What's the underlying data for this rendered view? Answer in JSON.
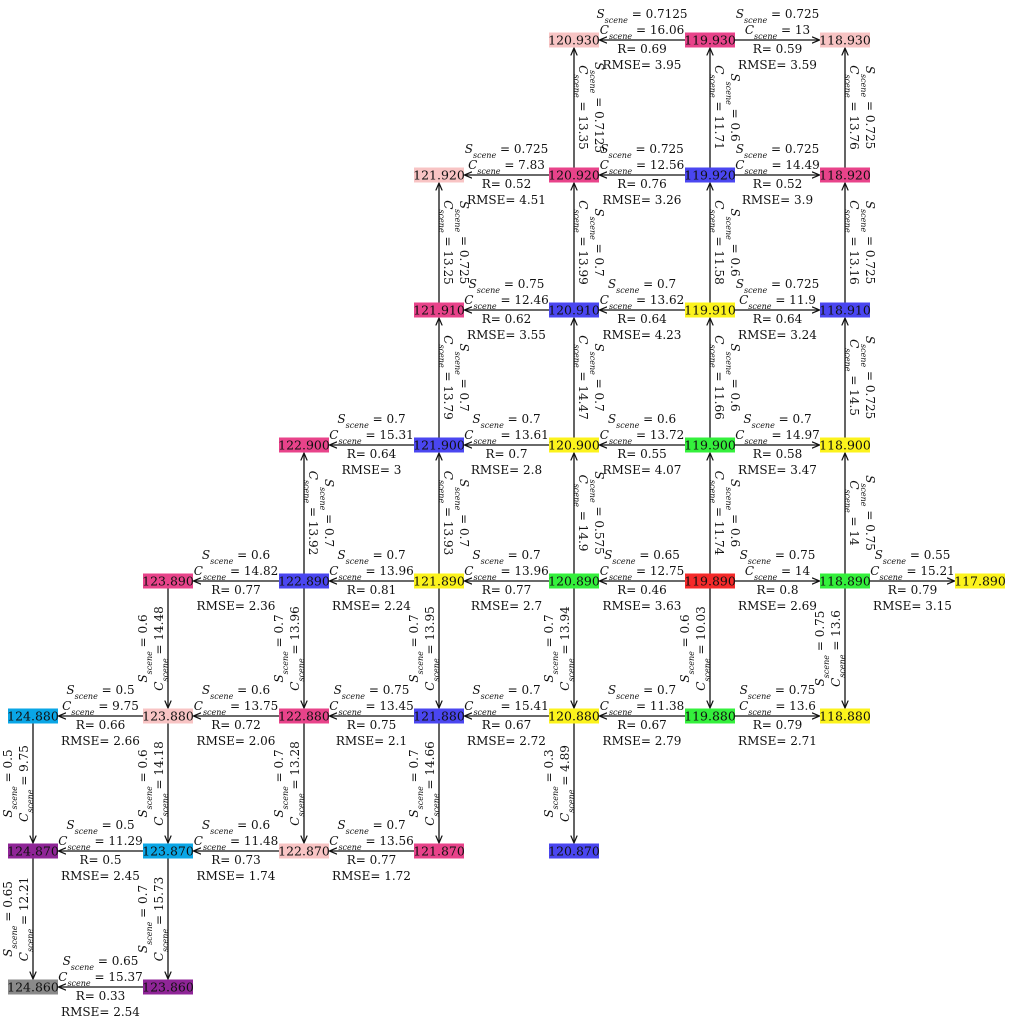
{
  "colors": {
    "pink": "#f8c4c4",
    "magenta": "#e8438a",
    "blue": "#4a46f0",
    "yellow": "#fcf31c",
    "green": "#34f03c",
    "red": "#f52a2a",
    "cyan": "#0aa6e6",
    "purple": "#8f2597",
    "gray": "#8a8a8a"
  },
  "nodes": [
    {
      "id": "n120930",
      "label": "120.930",
      "color": "pink"
    },
    {
      "id": "n119930",
      "label": "119.930",
      "color": "magenta"
    },
    {
      "id": "n118930",
      "label": "118.930",
      "color": "pink"
    },
    {
      "id": "n121920",
      "label": "121.920",
      "color": "pink"
    },
    {
      "id": "n120920",
      "label": "120.920",
      "color": "magenta"
    },
    {
      "id": "n119920",
      "label": "119.920",
      "color": "blue"
    },
    {
      "id": "n118920",
      "label": "118.920",
      "color": "magenta"
    },
    {
      "id": "n121910",
      "label": "121.910",
      "color": "magenta"
    },
    {
      "id": "n120910",
      "label": "120.910",
      "color": "blue"
    },
    {
      "id": "n119910",
      "label": "119.910",
      "color": "yellow"
    },
    {
      "id": "n118910",
      "label": "118.910",
      "color": "blue"
    },
    {
      "id": "n122900",
      "label": "122.900",
      "color": "magenta"
    },
    {
      "id": "n121900",
      "label": "121.900",
      "color": "blue"
    },
    {
      "id": "n120900",
      "label": "120.900",
      "color": "yellow"
    },
    {
      "id": "n119900",
      "label": "119.900",
      "color": "green"
    },
    {
      "id": "n118900",
      "label": "118.900",
      "color": "yellow"
    },
    {
      "id": "n123890",
      "label": "123.890",
      "color": "magenta"
    },
    {
      "id": "n122890",
      "label": "122.890",
      "color": "blue"
    },
    {
      "id": "n121890",
      "label": "121.890",
      "color": "yellow"
    },
    {
      "id": "n120890",
      "label": "120.890",
      "color": "green"
    },
    {
      "id": "n119890",
      "label": "119.890",
      "color": "red"
    },
    {
      "id": "n118890",
      "label": "118.890",
      "color": "green"
    },
    {
      "id": "n117890",
      "label": "117.890",
      "color": "yellow"
    },
    {
      "id": "n124880",
      "label": "124.880",
      "color": "cyan"
    },
    {
      "id": "n123880",
      "label": "123.880",
      "color": "pink"
    },
    {
      "id": "n122880",
      "label": "122.880",
      "color": "magenta"
    },
    {
      "id": "n121880",
      "label": "121.880",
      "color": "blue"
    },
    {
      "id": "n120880",
      "label": "120.880",
      "color": "yellow"
    },
    {
      "id": "n119880",
      "label": "119.880",
      "color": "green"
    },
    {
      "id": "n118880",
      "label": "118.880",
      "color": "yellow"
    },
    {
      "id": "n124870",
      "label": "124.870",
      "color": "purple"
    },
    {
      "id": "n123870",
      "label": "123.870",
      "color": "cyan"
    },
    {
      "id": "n122870",
      "label": "122.870",
      "color": "pink"
    },
    {
      "id": "n121870",
      "label": "121.870",
      "color": "magenta"
    },
    {
      "id": "n120870",
      "label": "120.870",
      "color": "blue"
    },
    {
      "id": "n124860",
      "label": "124.860",
      "color": "gray"
    },
    {
      "id": "n123860",
      "label": "123.860",
      "color": "purple"
    }
  ],
  "edges": [
    {
      "from": "n119930",
      "to": "n120930",
      "s": "0.7125",
      "c": "16.06",
      "r": "0.69",
      "rmse": "3.95"
    },
    {
      "from": "n119930",
      "to": "n118930",
      "s": "0.725",
      "c": "13",
      "r": "0.59",
      "rmse": "3.59"
    },
    {
      "from": "n120920",
      "to": "n120930",
      "s": "0.7125",
      "c": "13.35"
    },
    {
      "from": "n119920",
      "to": "n119930",
      "s": "0.6",
      "c": "11.71"
    },
    {
      "from": "n118920",
      "to": "n118930",
      "s": "0.725",
      "c": "13.76"
    },
    {
      "from": "n120920",
      "to": "n121920",
      "s": "0.725",
      "c": "7.83",
      "r": "0.52",
      "rmse": "4.51"
    },
    {
      "from": "n119920",
      "to": "n120920",
      "s": "0.725",
      "c": "12.56",
      "r": "0.76",
      "rmse": "3.26"
    },
    {
      "from": "n119920",
      "to": "n118920",
      "s": "0.725",
      "c": "14.49",
      "r": "0.52",
      "rmse": "3.9"
    },
    {
      "from": "n121910",
      "to": "n121920",
      "s": "0.725",
      "c": "13.25"
    },
    {
      "from": "n120910",
      "to": "n120920",
      "s": "0.7",
      "c": "13.99"
    },
    {
      "from": "n119910",
      "to": "n119920",
      "s": "0.6",
      "c": "11.58"
    },
    {
      "from": "n118910",
      "to": "n118920",
      "s": "0.725",
      "c": "13.16"
    },
    {
      "from": "n120910",
      "to": "n121910",
      "s": "0.75",
      "c": "12.46",
      "r": "0.62",
      "rmse": "3.55"
    },
    {
      "from": "n119910",
      "to": "n120910",
      "s": "0.7",
      "c": "13.62",
      "r": "0.64",
      "rmse": "4.23"
    },
    {
      "from": "n119910",
      "to": "n118910",
      "s": "0.725",
      "c": "11.9",
      "r": "0.64",
      "rmse": "3.24"
    },
    {
      "from": "n121900",
      "to": "n121910",
      "s": "0.7",
      "c": "13.79"
    },
    {
      "from": "n120900",
      "to": "n120910",
      "s": "0.7",
      "c": "14.47"
    },
    {
      "from": "n119900",
      "to": "n119910",
      "s": "0.6",
      "c": "11.66"
    },
    {
      "from": "n118900",
      "to": "n118910",
      "s": "0.725",
      "c": "14.5"
    },
    {
      "from": "n121900",
      "to": "n122900",
      "s": "0.7",
      "c": "15.31",
      "r": "0.64",
      "rmse": "3"
    },
    {
      "from": "n120900",
      "to": "n121900",
      "s": "0.7",
      "c": "13.61",
      "r": "0.7",
      "rmse": "2.8"
    },
    {
      "from": "n119900",
      "to": "n120900",
      "s": "0.6",
      "c": "13.72",
      "r": "0.55",
      "rmse": "4.07"
    },
    {
      "from": "n119900",
      "to": "n118900",
      "s": "0.7",
      "c": "14.97",
      "r": "0.58",
      "rmse": "3.47"
    },
    {
      "from": "n122890",
      "to": "n122900",
      "s": "0.7",
      "c": "13.92"
    },
    {
      "from": "n121890",
      "to": "n121900",
      "s": "0.7",
      "c": "13.93"
    },
    {
      "from": "n120890",
      "to": "n120900",
      "s": "0.575",
      "c": "14.9"
    },
    {
      "from": "n119890",
      "to": "n119900",
      "s": "0.6",
      "c": "11.74"
    },
    {
      "from": "n118890",
      "to": "n118900",
      "s": "0.75",
      "c": "14"
    },
    {
      "from": "n122890",
      "to": "n123890",
      "s": "0.6",
      "c": "14.82",
      "r": "0.77",
      "rmse": "2.36"
    },
    {
      "from": "n121890",
      "to": "n122890",
      "s": "0.7",
      "c": "13.96",
      "r": "0.81",
      "rmse": "2.24"
    },
    {
      "from": "n120890",
      "to": "n121890",
      "s": "0.7",
      "c": "13.96",
      "r": "0.77",
      "rmse": "2.7"
    },
    {
      "from": "n119890",
      "to": "n120890",
      "s": "0.65",
      "c": "12.75",
      "r": "0.46",
      "rmse": "3.63"
    },
    {
      "from": "n119890",
      "to": "n118890",
      "s": "0.75",
      "c": "14",
      "r": "0.8",
      "rmse": "2.69"
    },
    {
      "from": "n118890",
      "to": "n117890",
      "s": "0.55",
      "c": "15.21",
      "r": "0.79",
      "rmse": "3.15"
    },
    {
      "from": "n123890",
      "to": "n123880",
      "s": "0.6",
      "c": "14.48"
    },
    {
      "from": "n122890",
      "to": "n122880",
      "s": "0.7",
      "c": "13.96"
    },
    {
      "from": "n121890",
      "to": "n121880",
      "s": "0.7",
      "c": "13.95"
    },
    {
      "from": "n120890",
      "to": "n120880",
      "s": "0.7",
      "c": "13.94"
    },
    {
      "from": "n119890",
      "to": "n119880",
      "s": "0.6",
      "c": "10.03"
    },
    {
      "from": "n118890",
      "to": "n118880",
      "s": "0.75",
      "c": "13.6"
    },
    {
      "from": "n123880",
      "to": "n124880",
      "s": "0.5",
      "c": "9.75",
      "r": "0.66",
      "rmse": "2.66"
    },
    {
      "from": "n122880",
      "to": "n123880",
      "s": "0.6",
      "c": "13.75",
      "r": "0.72",
      "rmse": "2.06"
    },
    {
      "from": "n121880",
      "to": "n122880",
      "s": "0.75",
      "c": "13.45",
      "r": "0.75",
      "rmse": "2.1"
    },
    {
      "from": "n120880",
      "to": "n121880",
      "s": "0.7",
      "c": "15.41",
      "r": "0.67",
      "rmse": "2.72"
    },
    {
      "from": "n119880",
      "to": "n120880",
      "s": "0.7",
      "c": "11.38",
      "r": "0.67",
      "rmse": "2.79"
    },
    {
      "from": "n119880",
      "to": "n118880",
      "s": "0.75",
      "c": "13.6",
      "r": "0.79",
      "rmse": "2.71"
    },
    {
      "from": "n124880",
      "to": "n124870",
      "s": "0.5",
      "c": "9.75"
    },
    {
      "from": "n123880",
      "to": "n123870",
      "s": "0.6",
      "c": "14.18"
    },
    {
      "from": "n122880",
      "to": "n122870",
      "s": "0.7",
      "c": "13.28"
    },
    {
      "from": "n121880",
      "to": "n121870",
      "s": "0.7",
      "c": "14.66"
    },
    {
      "from": "n120880",
      "to": "n120870",
      "s": "0.3",
      "c": "4.89"
    },
    {
      "from": "n123870",
      "to": "n124870",
      "s": "0.5",
      "c": "11.29",
      "r": "0.5",
      "rmse": "2.45"
    },
    {
      "from": "n122870",
      "to": "n123870",
      "s": "0.6",
      "c": "11.48",
      "r": "0.73",
      "rmse": "1.74"
    },
    {
      "from": "n121870",
      "to": "n122870",
      "s": "0.7",
      "c": "13.56",
      "r": "0.77",
      "rmse": "1.72"
    },
    {
      "from": "n124870",
      "to": "n124860",
      "s": "0.65",
      "c": "12.21"
    },
    {
      "from": "n123870",
      "to": "n123860",
      "s": "0.7",
      "c": "15.73"
    },
    {
      "from": "n123860",
      "to": "n124860",
      "s": "0.65",
      "c": "15.37",
      "r": "0.33",
      "rmse": "2.54"
    }
  ]
}
